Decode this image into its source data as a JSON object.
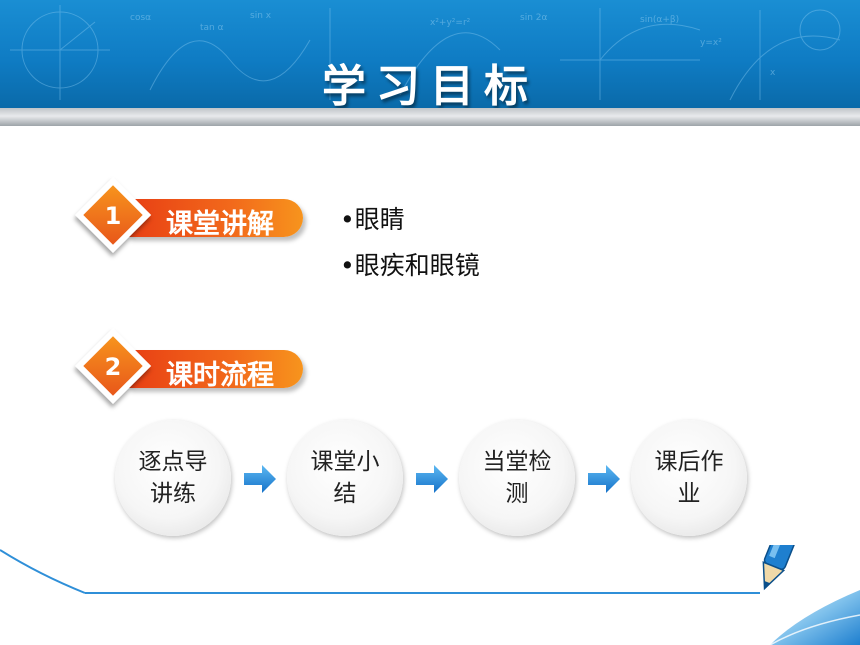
{
  "header": {
    "title": "学习目标"
  },
  "sections": [
    {
      "number": "1",
      "label": "课堂讲解"
    },
    {
      "number": "2",
      "label": "课时流程"
    }
  ],
  "bullets": [
    "•眼睛",
    "•眼疾和眼镜"
  ],
  "flow": [
    "逐点导讲练",
    "课堂小结",
    "当堂检测",
    "课后作业"
  ],
  "colors": {
    "header_blue": "#1a8ed3",
    "badge_orange": "#f26a1b",
    "arrow_blue": "#1e8fe0"
  }
}
